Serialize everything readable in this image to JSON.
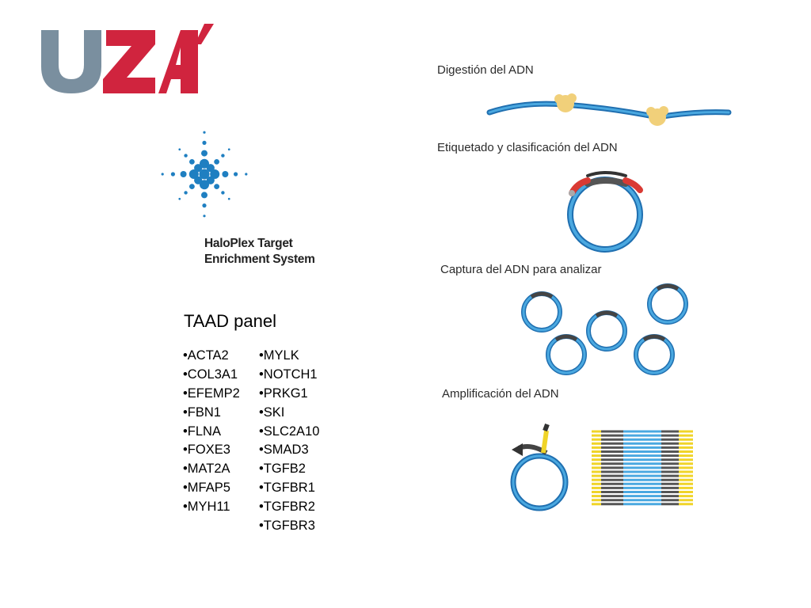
{
  "logo": {
    "text": "UZA",
    "primary_color": "#d0243e",
    "secondary_color": "#7a8f9f"
  },
  "product": {
    "icon": "agilent-spark-icon",
    "line1": "HaloPlex Target",
    "line2": "Enrichment System",
    "icon_color": "#1f7fc1"
  },
  "panel": {
    "title": "TAAD panel",
    "genes_col1": [
      "•ACTA2",
      "•COL3A1",
      "•EFEMP2",
      "•FBN1",
      "•FLNA",
      "•FOXE3",
      "•MAT2A",
      "•MFAP5",
      "•MYH11"
    ],
    "genes_col2": [
      "•MYLK",
      "•NOTCH1",
      "•PRKG1",
      "•SKI",
      "•SLC2A10",
      "•SMAD3",
      "•TGFB2",
      "•TGFBR1",
      "•TGFBR2",
      "•TGFBR3"
    ]
  },
  "workflow": {
    "steps": [
      "Digestión del ADN",
      "Etiquetado y clasificación del ADN",
      "Captura del ADN para analizar",
      "Amplificación del ADN"
    ],
    "colors": {
      "dna": "#4aa8e0",
      "dna_edge": "#1f6fb0",
      "enzyme": "#f1d07a",
      "tag_red": "#d93a34",
      "tag_gray": "#555555",
      "primer_yellow": "#f0d428"
    }
  }
}
